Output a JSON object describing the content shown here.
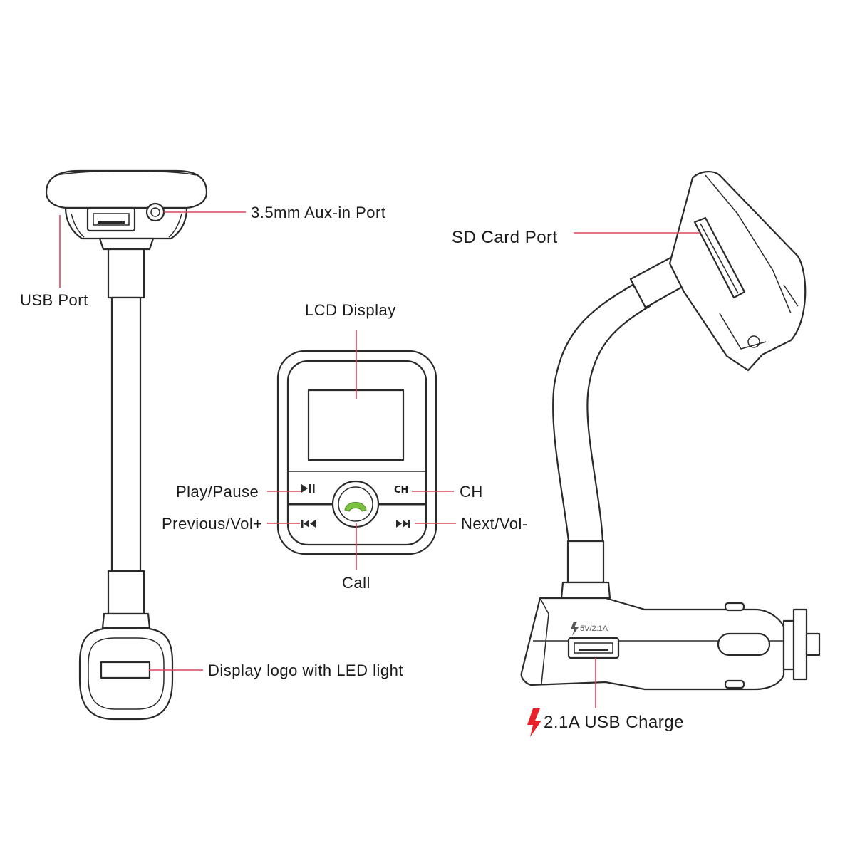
{
  "labels": {
    "aux_port": "3.5mm Aux-in Port",
    "usb_port": "USB Port",
    "sd_card_port": "SD Card Port",
    "lcd_display": "LCD Display",
    "play_pause": "Play/Pause",
    "ch": "CH",
    "previous_vol": "Previous/Vol+",
    "next_vol": "Next/Vol-",
    "call": "Call",
    "display_logo": "Display logo with LED light",
    "usb_charge": "2.1A USB Charge"
  },
  "device_markings": {
    "ch_button": "CH",
    "charge_rating": "5V/2.1A"
  },
  "colors": {
    "leader_line": "#d8465a",
    "call_icon": "#7cc242",
    "charge_bolt": "#e8202a",
    "outline": "#2a2a2a"
  },
  "icons": [
    "play-pause-icon",
    "previous-icon",
    "next-icon",
    "phone-icon",
    "lightning-bolt-icon"
  ]
}
